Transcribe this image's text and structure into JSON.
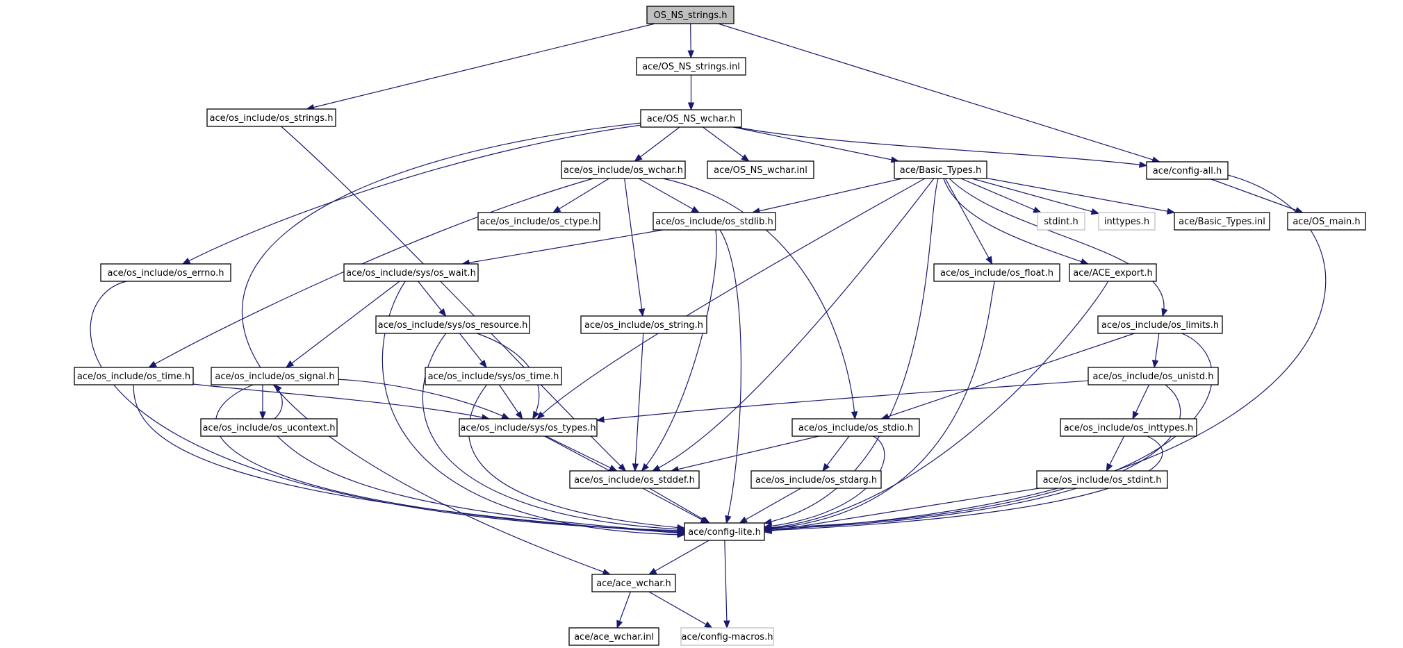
{
  "diagram": {
    "type": "include-dependency-graph",
    "nodes": [
      {
        "id": "root",
        "label": "OS_NS_strings.h",
        "style": "root"
      },
      {
        "id": "nsstrings_inl",
        "label": "ace/OS_NS_strings.inl"
      },
      {
        "id": "os_strings",
        "label": "ace/os_include/os_strings.h"
      },
      {
        "id": "nswchar",
        "label": "ace/OS_NS_wchar.h"
      },
      {
        "id": "osi_wchar",
        "label": "ace/os_include/os_wchar.h"
      },
      {
        "id": "nswchar_inl",
        "label": "ace/OS_NS_wchar.inl"
      },
      {
        "id": "basic_types",
        "label": "ace/Basic_Types.h"
      },
      {
        "id": "config_all",
        "label": "ace/config-all.h"
      },
      {
        "id": "os_ctype",
        "label": "ace/os_include/os_ctype.h"
      },
      {
        "id": "os_stdlib",
        "label": "ace/os_include/os_stdlib.h"
      },
      {
        "id": "stdint",
        "label": "stdint.h",
        "style": "ext"
      },
      {
        "id": "inttypes",
        "label": "inttypes.h",
        "style": "ext"
      },
      {
        "id": "basic_types_inl",
        "label": "ace/Basic_Types.inl"
      },
      {
        "id": "os_main",
        "label": "ace/OS_main.h"
      },
      {
        "id": "os_errno",
        "label": "ace/os_include/os_errno.h"
      },
      {
        "id": "sys_wait",
        "label": "ace/os_include/sys/os_wait.h"
      },
      {
        "id": "os_float",
        "label": "ace/os_include/os_float.h"
      },
      {
        "id": "ace_export",
        "label": "ace/ACE_export.h"
      },
      {
        "id": "sys_resource",
        "label": "ace/os_include/sys/os_resource.h"
      },
      {
        "id": "os_string",
        "label": "ace/os_include/os_string.h"
      },
      {
        "id": "os_limits",
        "label": "ace/os_include/os_limits.h"
      },
      {
        "id": "os_time",
        "label": "ace/os_include/os_time.h"
      },
      {
        "id": "os_signal",
        "label": "ace/os_include/os_signal.h"
      },
      {
        "id": "sys_time",
        "label": "ace/os_include/sys/os_time.h"
      },
      {
        "id": "os_unistd",
        "label": "ace/os_include/os_unistd.h"
      },
      {
        "id": "os_ucontext",
        "label": "ace/os_include/os_ucontext.h"
      },
      {
        "id": "sys_types",
        "label": "ace/os_include/sys/os_types.h"
      },
      {
        "id": "os_stdio",
        "label": "ace/os_include/os_stdio.h"
      },
      {
        "id": "os_inttypes",
        "label": "ace/os_include/os_inttypes.h"
      },
      {
        "id": "os_stddef",
        "label": "ace/os_include/os_stddef.h"
      },
      {
        "id": "os_stdarg",
        "label": "ace/os_include/os_stdarg.h"
      },
      {
        "id": "os_stdint",
        "label": "ace/os_include/os_stdint.h"
      },
      {
        "id": "config_lite",
        "label": "ace/config-lite.h"
      },
      {
        "id": "ace_wchar",
        "label": "ace/ace_wchar.h"
      },
      {
        "id": "ace_wchar_inl",
        "label": "ace/ace_wchar.inl"
      },
      {
        "id": "config_macros",
        "label": "ace/config-macros.h",
        "style": "ext"
      }
    ],
    "edges": [
      {
        "from": "root",
        "to": "nsstrings_inl"
      },
      {
        "from": "root",
        "to": "os_strings"
      },
      {
        "from": "root",
        "to": "config_all"
      },
      {
        "from": "nsstrings_inl",
        "to": "nswchar"
      },
      {
        "from": "os_strings",
        "to": "os_stddef"
      },
      {
        "from": "nswchar",
        "to": "osi_wchar"
      },
      {
        "from": "nswchar",
        "to": "nswchar_inl"
      },
      {
        "from": "nswchar",
        "to": "basic_types"
      },
      {
        "from": "nswchar",
        "to": "config_all"
      },
      {
        "from": "nswchar",
        "to": "os_errno"
      },
      {
        "from": "nswchar",
        "to": "ace_wchar"
      },
      {
        "from": "osi_wchar",
        "to": "os_ctype"
      },
      {
        "from": "osi_wchar",
        "to": "os_stdlib"
      },
      {
        "from": "osi_wchar",
        "to": "os_string"
      },
      {
        "from": "osi_wchar",
        "to": "os_time"
      },
      {
        "from": "osi_wchar",
        "to": "os_stdio"
      },
      {
        "from": "basic_types",
        "to": "os_stdlib"
      },
      {
        "from": "basic_types",
        "to": "stdint"
      },
      {
        "from": "basic_types",
        "to": "inttypes"
      },
      {
        "from": "basic_types",
        "to": "basic_types_inl"
      },
      {
        "from": "basic_types",
        "to": "os_float"
      },
      {
        "from": "basic_types",
        "to": "ace_export"
      },
      {
        "from": "basic_types",
        "to": "os_limits"
      },
      {
        "from": "basic_types",
        "to": "sys_types"
      },
      {
        "from": "basic_types",
        "to": "os_stddef"
      },
      {
        "from": "basic_types",
        "to": "config_lite"
      },
      {
        "from": "config_all",
        "to": "os_main"
      },
      {
        "from": "config_all",
        "to": "config_lite"
      },
      {
        "from": "os_stdlib",
        "to": "sys_wait"
      },
      {
        "from": "os_stdlib",
        "to": "os_stddef"
      },
      {
        "from": "os_stdlib",
        "to": "config_lite"
      },
      {
        "from": "os_errno",
        "to": "config_lite"
      },
      {
        "from": "sys_wait",
        "to": "sys_resource"
      },
      {
        "from": "sys_wait",
        "to": "os_signal"
      },
      {
        "from": "sys_wait",
        "to": "config_lite"
      },
      {
        "from": "sys_resource",
        "to": "sys_time"
      },
      {
        "from": "sys_resource",
        "to": "sys_types"
      },
      {
        "from": "sys_resource",
        "to": "config_lite"
      },
      {
        "from": "os_string",
        "to": "os_stddef"
      },
      {
        "from": "os_float",
        "to": "config_lite"
      },
      {
        "from": "ace_export",
        "to": "config_lite"
      },
      {
        "from": "os_limits",
        "to": "os_unistd"
      },
      {
        "from": "os_limits",
        "to": "os_stdio"
      },
      {
        "from": "os_limits",
        "to": "config_lite"
      },
      {
        "from": "os_time",
        "to": "sys_types"
      },
      {
        "from": "os_time",
        "to": "config_lite"
      },
      {
        "from": "os_signal",
        "to": "os_ucontext"
      },
      {
        "from": "os_signal",
        "to": "sys_types"
      },
      {
        "from": "os_signal",
        "to": "config_lite"
      },
      {
        "from": "os_ucontext",
        "to": "os_signal"
      },
      {
        "from": "os_ucontext",
        "to": "config_lite"
      },
      {
        "from": "sys_time",
        "to": "sys_types"
      },
      {
        "from": "sys_time",
        "to": "config_lite"
      },
      {
        "from": "os_unistd",
        "to": "sys_types"
      },
      {
        "from": "os_unistd",
        "to": "os_inttypes"
      },
      {
        "from": "os_unistd",
        "to": "config_lite"
      },
      {
        "from": "sys_types",
        "to": "os_stddef"
      },
      {
        "from": "sys_types",
        "to": "config_lite"
      },
      {
        "from": "os_stdio",
        "to": "os_stddef"
      },
      {
        "from": "os_stdio",
        "to": "os_stdarg"
      },
      {
        "from": "os_stdio",
        "to": "config_lite"
      },
      {
        "from": "os_inttypes",
        "to": "os_stdint"
      },
      {
        "from": "os_inttypes",
        "to": "config_lite"
      },
      {
        "from": "os_stddef",
        "to": "config_lite"
      },
      {
        "from": "os_stdarg",
        "to": "config_lite"
      },
      {
        "from": "os_stdint",
        "to": "config_lite"
      },
      {
        "from": "config_lite",
        "to": "ace_wchar"
      },
      {
        "from": "config_lite",
        "to": "config_macros"
      },
      {
        "from": "ace_wchar",
        "to": "ace_wchar_inl"
      },
      {
        "from": "ace_wchar",
        "to": "config_macros"
      }
    ]
  }
}
